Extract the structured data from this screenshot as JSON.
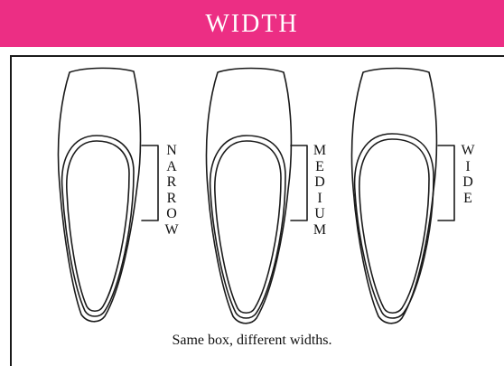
{
  "header": {
    "title": "WIDTH",
    "background_color": "#ec2e84",
    "text_color": "#ffffff"
  },
  "diagram": {
    "shoes": [
      {
        "label": "NARROW"
      },
      {
        "label": "MEDIUM"
      },
      {
        "label": "WIDE"
      }
    ],
    "caption": "Same box, different widths."
  }
}
